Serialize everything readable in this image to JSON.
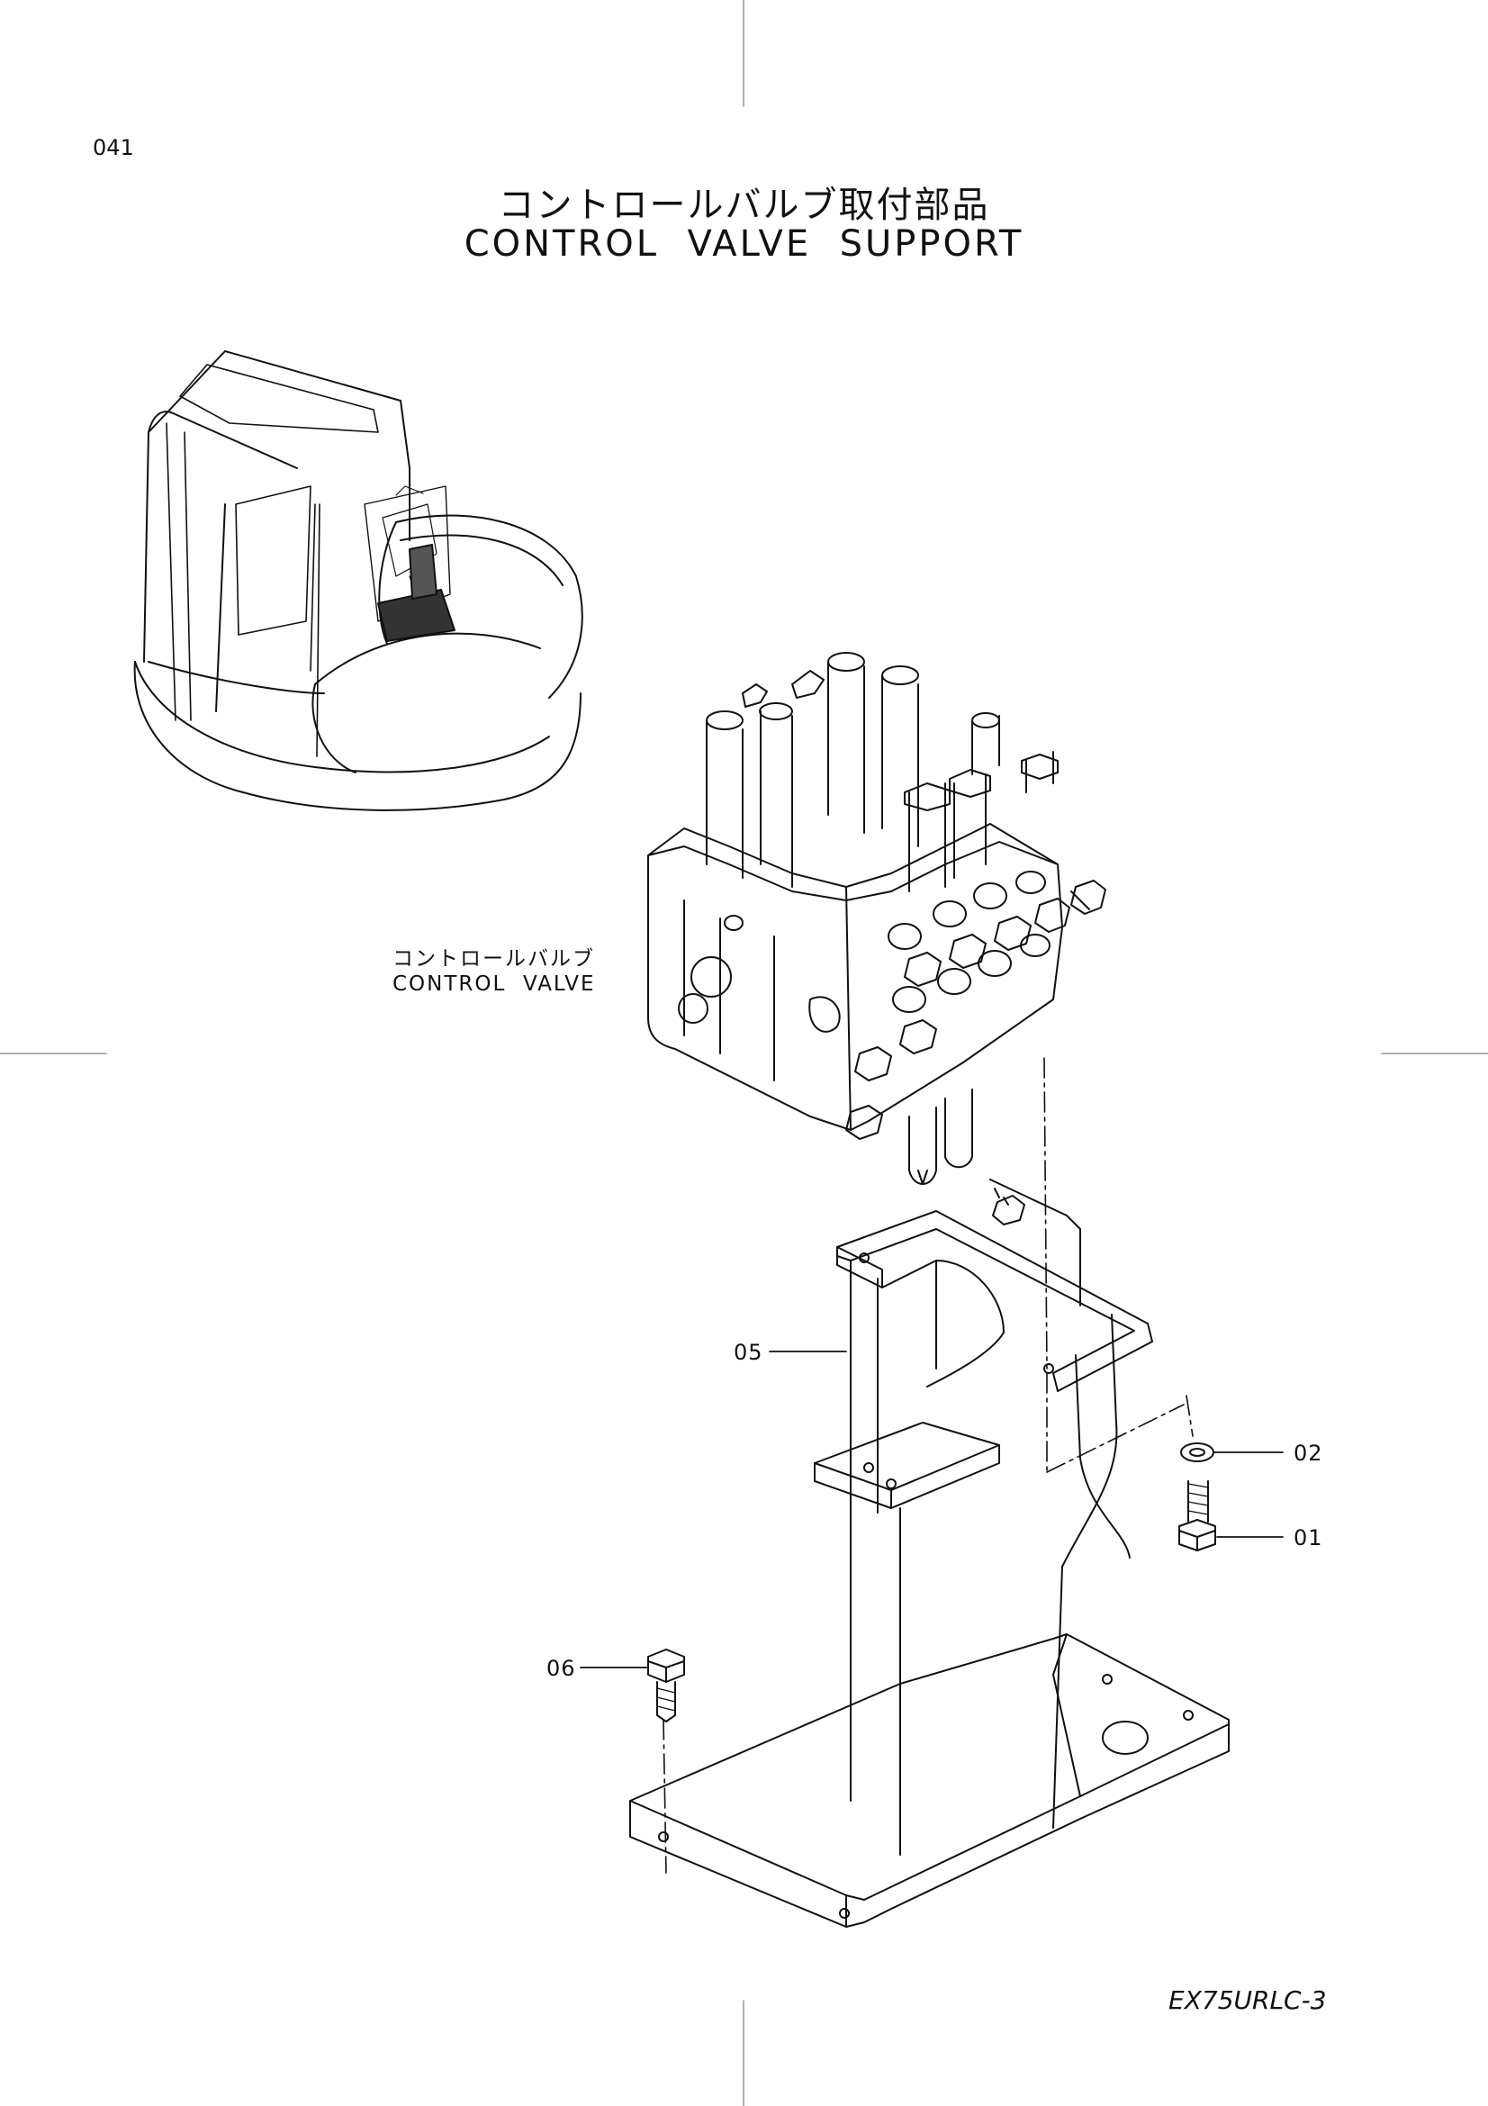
{
  "page_number": "041",
  "title": {
    "japanese": "コントロールバルブ取付部品",
    "english": "CONTROL  VALVE  SUPPORT"
  },
  "component_label": {
    "japanese": "コントロールバルブ",
    "english": "CONTROL  VALVE"
  },
  "callouts": {
    "bolt_01": "01",
    "washer_02": "02",
    "support_05": "05",
    "bolt_06": "06"
  },
  "model": "EX75URLC-3"
}
